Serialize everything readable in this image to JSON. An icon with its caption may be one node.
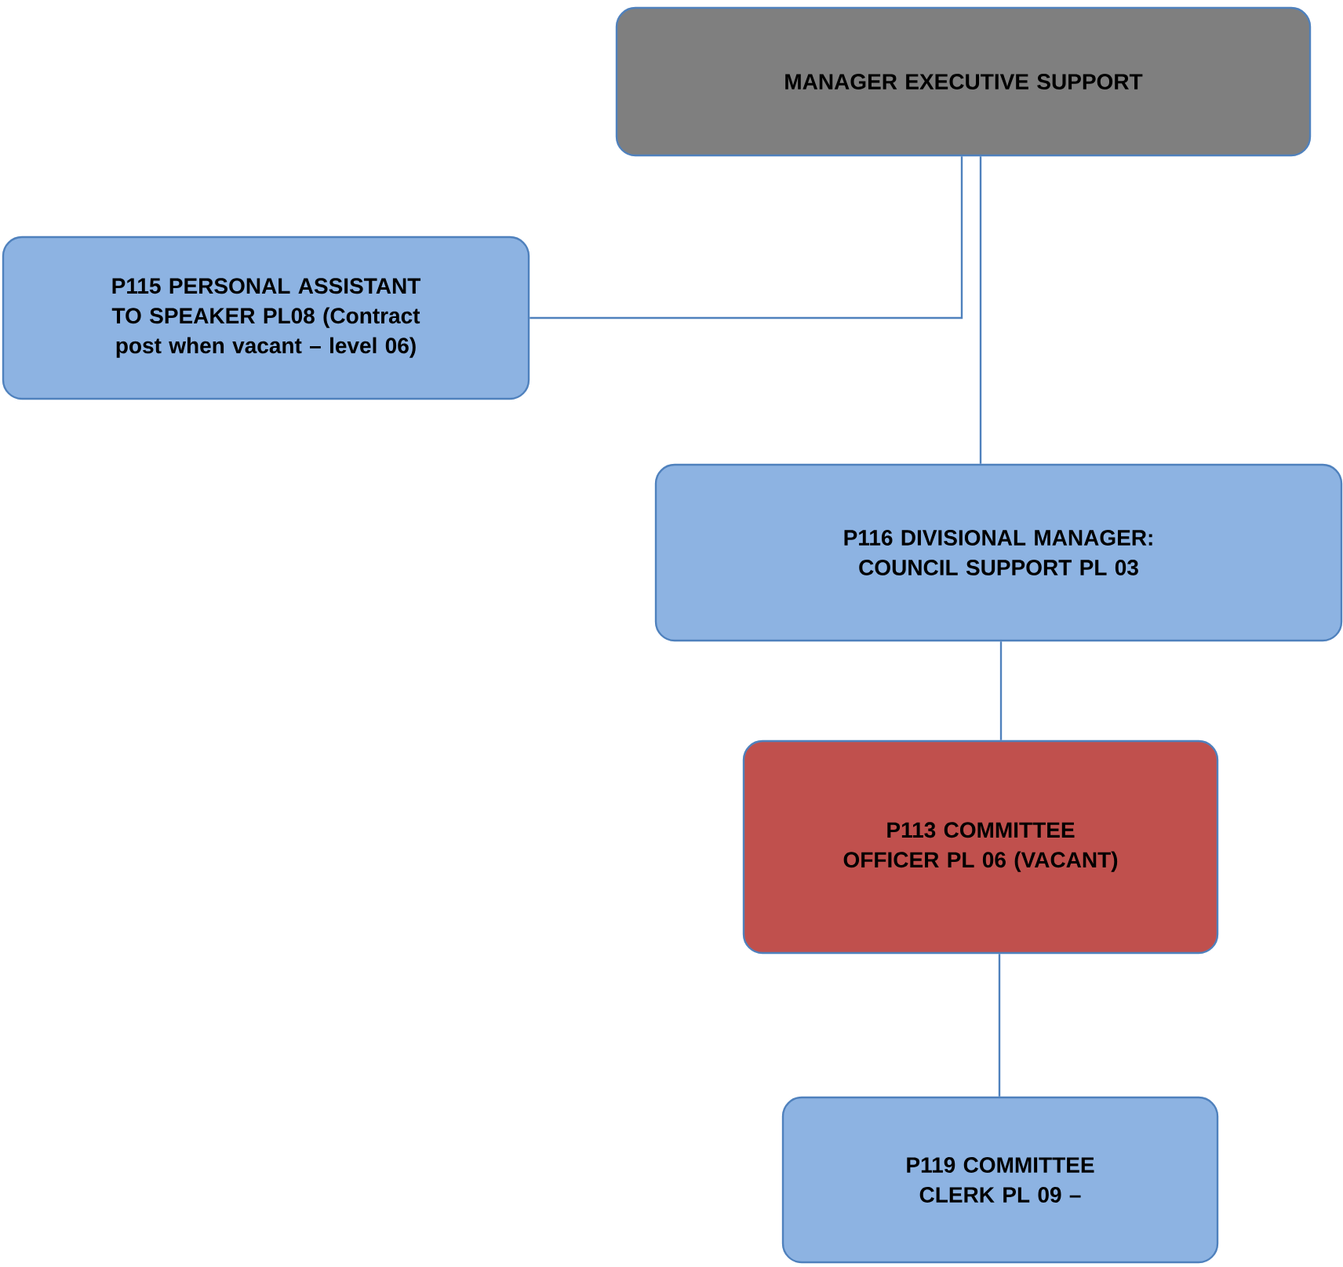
{
  "diagram": {
    "nodes": [
      {
        "text": [
          "MANAGER EXECUTIVE SUPPORT"
        ]
      },
      {
        "text": [
          "P115 PERSONAL ASSISTANT TO SPEAKER PL08 (Contract post when vacant – level 06)"
        ]
      },
      {
        "text": [
          "P116 DIVISIONAL MANAGER: COUNCIL SUPPORT PL 03"
        ]
      },
      {
        "text": [
          "P113 COMMITTEE OFFICER PL 06 (VACANT)"
        ]
      },
      {
        "text": [
          "P119 COMMITTEE CLERK PL 09 –"
        ]
      }
    ],
    "edges": [
      {
        "from": 0,
        "to": 1,
        "arrow": "none"
      },
      {
        "from": 0,
        "to": 2,
        "arrow": "none"
      },
      {
        "from": 2,
        "to": 3,
        "arrow": "none"
      },
      {
        "from": 3,
        "to": 4,
        "arrow": "none"
      }
    ]
  }
}
